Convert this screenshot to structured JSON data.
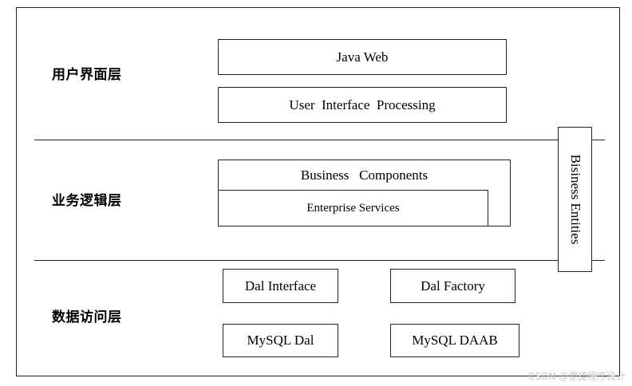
{
  "layers": {
    "ui": {
      "label": "用户界面层",
      "boxes": [
        "Java Web",
        "User  Interface  Processing"
      ]
    },
    "business": {
      "label": "业务逻辑层",
      "outer_box": "Business   Components",
      "inner_box": "Enterprise Services"
    },
    "data_access": {
      "label": "数据访问层",
      "boxes": [
        "Dal Interface",
        "Dal Factory",
        "MySQL Dal",
        "MySQL DAAB"
      ]
    }
  },
  "side_box": "Bisiness Entities",
  "watermark": "CSDN @便捷程序设计"
}
